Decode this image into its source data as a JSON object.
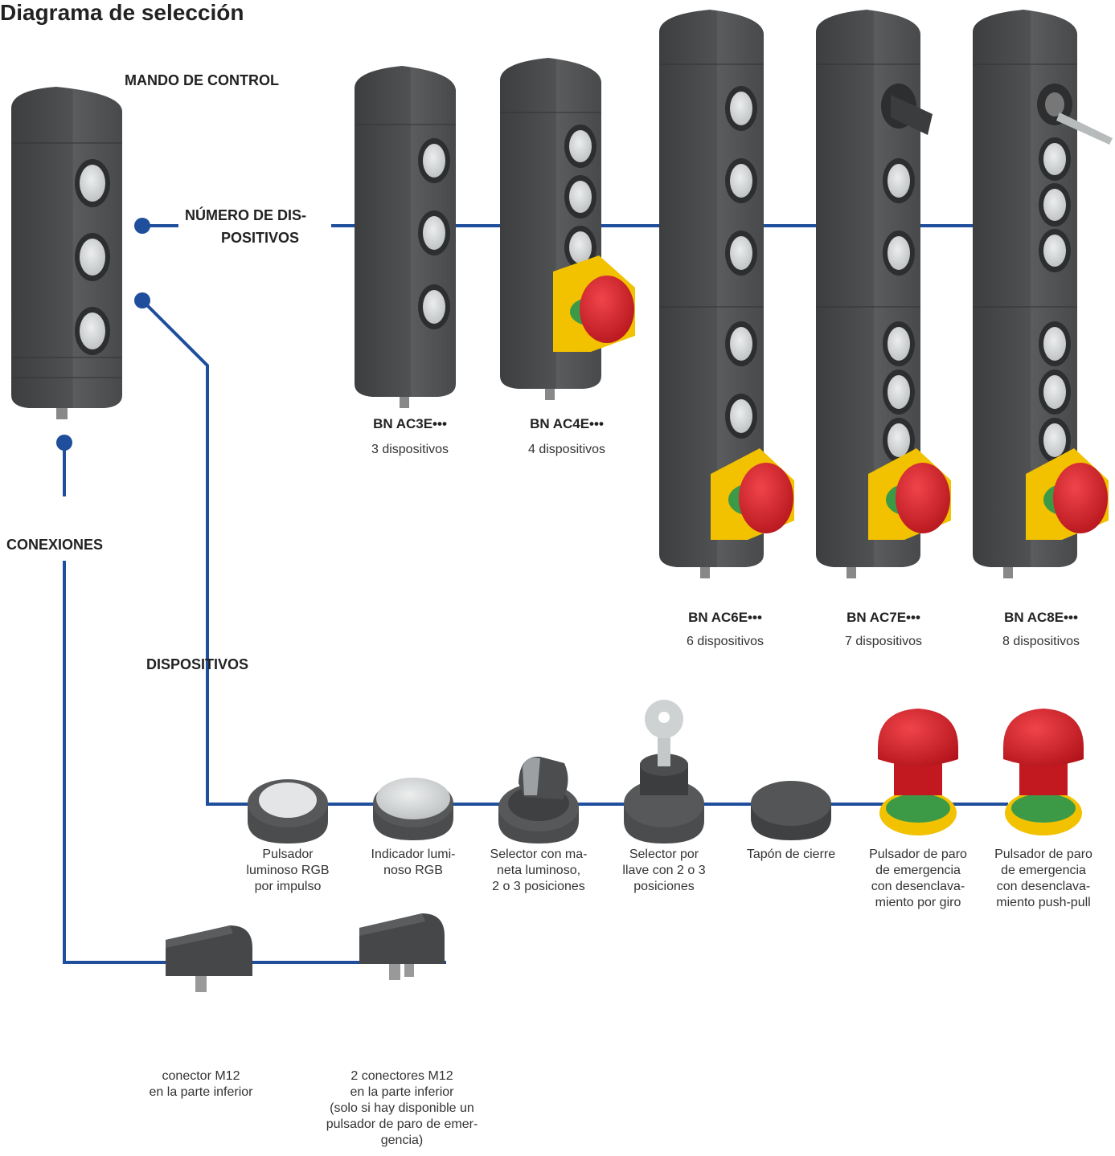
{
  "title": "Diagrama de selección",
  "sections": {
    "control": "MANDO DE CONTROL",
    "devices_count_1": "NÚMERO DE DIS-",
    "devices_count_2": "POSITIVOS",
    "connections": "CONEXIONES",
    "devices": "DISPOSITIVOS"
  },
  "models": [
    {
      "name": "BN AC3E•••",
      "desc": "3 dispositivos"
    },
    {
      "name": "BN AC4E•••",
      "desc": "4 dispositivos"
    },
    {
      "name": "BN AC6E•••",
      "desc": "6 dispositivos"
    },
    {
      "name": "BN AC7E•••",
      "desc": "7 dispositivos"
    },
    {
      "name": "BN AC8E•••",
      "desc": "8 dispositivos"
    }
  ],
  "device_types": [
    "Pulsador\nluminoso RGB\npor impulso",
    "Indicador lumi-\nnoso RGB",
    "Selector con ma-\nneta luminoso,\n2 o 3 posiciones",
    "Selector por\nllave con 2 o 3\nposiciones",
    "Tapón de cierre",
    "Pulsador de paro\nde emergencia\ncon desenclava-\nmiento por giro",
    "Pulsador de paro\nde emergencia\ncon desenclava-\nmiento push-pull"
  ],
  "connection_types": [
    "conector M12\nen la parte inferior",
    "2 conectores M12\nen la parte inferior\n(solo si hay disponible un\npulsador de paro de emer-\ngencia)"
  ],
  "colors": {
    "line": "#1f4e9c",
    "housing": "#4a4c4e",
    "button": "#d7d9da",
    "estop_red": "#d8232a",
    "estop_yellow": "#f2c100",
    "estop_green": "#3c9a47"
  }
}
